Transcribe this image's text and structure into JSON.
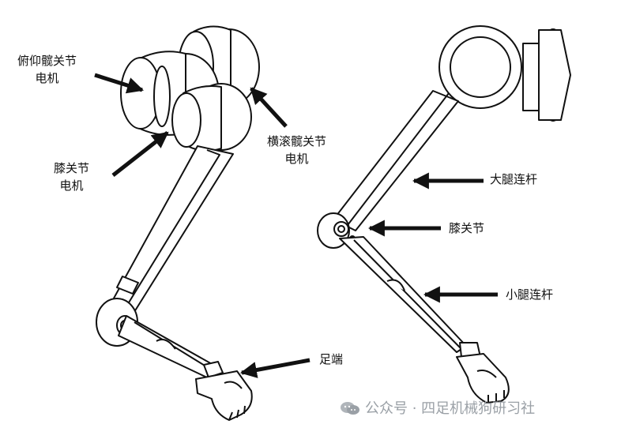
{
  "left_leg": {
    "pitch_hip_motor": [
      "俯仰髋关节",
      "电机"
    ],
    "knee_motor": [
      "膝关节",
      "电机"
    ],
    "roll_hip_motor": [
      "横滚髋关节",
      "电机"
    ],
    "foot": "足端"
  },
  "right_leg": {
    "thigh_link": "大腿连杆",
    "knee_joint": "膝关节",
    "shank_link": "小腿连杆"
  },
  "watermark": {
    "icon": "wechat-icon",
    "text": "公众号 · 四足机械狗研习社"
  },
  "colors": {
    "line": "#111111",
    "fill": "#ffffff",
    "watermark": "#9aa0a6"
  }
}
